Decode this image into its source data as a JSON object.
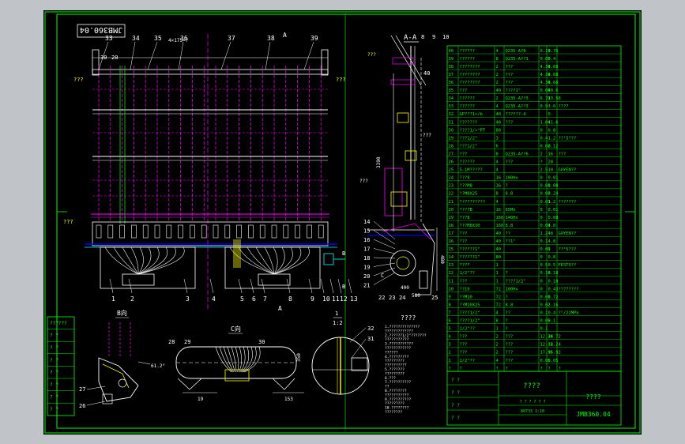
{
  "drawing_number": "JMB360.04",
  "drawing_number_mirrored": "JMB360.04",
  "section_label": "A-A",
  "section_top_numbers": [
    "8",
    "9",
    "10"
  ],
  "front_view_callouts": [
    "33",
    "34",
    "35",
    "36",
    "37",
    "38",
    "39"
  ],
  "front_view_dim_30": "30",
  "front_view_dim_20": "20",
  "front_view_pitch": "4×175=?",
  "front_view_bottom_callouts": [
    "1",
    "2",
    "3",
    "4",
    "5",
    "6",
    "7",
    "8",
    "9",
    "10",
    "11",
    "12",
    "13"
  ],
  "section_callouts_left": [
    "14",
    "15",
    "16",
    "17",
    "18",
    "19",
    "20",
    "21"
  ],
  "section_callouts_bottom": [
    "22",
    "23",
    "24"
  ],
  "section_callout_25": "25",
  "section_label_C": "C",
  "section_label_A_bottom": "A",
  "section_label_B": "B",
  "section_dim_3390": "3390",
  "section_dim_480": "480",
  "section_dim_400": "400",
  "section_dim_580": "580",
  "section_callout_40": "40",
  "view_B_label": "B向",
  "view_C_label": "C向",
  "detail_scale": "1:2",
  "detail_callout_label": "1",
  "view_B_callouts": [
    "27",
    "26"
  ],
  "view_B_dim_angle": "61.2°",
  "view_C_callouts": [
    "28",
    "29",
    "30"
  ],
  "view_C_dims": [
    "19",
    "153"
  ],
  "detail_callout_32": "32",
  "detail_callout_31": "31",
  "detail_dim": "350",
  "notes_heading": "????",
  "notes_lines": [
    "1.??????????????",
    "?????????????",
    "2.??????1/2\"???????",
    "???????????",
    "3.???????????",
    "????????????",
    "??????",
    "4.?????????",
    "?????????",
    "??????????",
    "5.???????",
    "?????????",
    "6.???",
    "7.??????????",
    "??",
    "8.????????",
    "???????????",
    "9.??????????",
    "?????????",
    "10.????????",
    "????????"
  ],
  "left_margin_labels": [
    "???",
    "???",
    "???"
  ],
  "left_title_cells": [
    "??????",
    "? ?",
    "? ?",
    "? ?",
    "? ?",
    "? ?",
    "? ?",
    "? ?"
  ],
  "bom_rows": [
    [
      "40",
      "??????",
      "4",
      "Q235-A?8",
      "0.19",
      "0.76",
      ""
    ],
    [
      "39",
      "??????",
      "8",
      "Q235-A??1",
      "0.05",
      "0.4",
      ""
    ],
    [
      "38",
      "????????",
      "2",
      "???",
      "4.34",
      "8.68",
      ""
    ],
    [
      "37",
      "????????",
      "2",
      "???",
      "4.34",
      "8.68",
      ""
    ],
    [
      "36",
      "????????",
      "2",
      "???",
      "4.34",
      "8.68",
      ""
    ],
    [
      "35",
      "???",
      "40",
      "????1\"",
      "0.06",
      "40.6",
      ""
    ],
    [
      "34",
      "??????",
      "2",
      "Q235-A??3",
      "6.79",
      "13.58",
      ""
    ],
    [
      "33",
      "??????",
      "4",
      "Q235-A??3",
      "0.9",
      "3.6",
      "????"
    ],
    [
      "32",
      "GP???1×/b",
      "40",
      "??????-4",
      "",
      "0",
      ""
    ],
    [
      "31",
      "???????",
      "40",
      "???",
      "1.04",
      "41.6",
      ""
    ],
    [
      "30",
      "????1/×°PT",
      "80",
      "",
      "0",
      "0.8",
      ""
    ],
    [
      "29",
      "???1/2\"",
      "3",
      "",
      "0.4",
      "1.2",
      "??¹5???"
    ],
    [
      "28",
      "???1/2\"",
      "6",
      "",
      "0.02",
      "0.12",
      ""
    ],
    [
      "27",
      "???",
      "8",
      "Q235-A??6",
      "2",
      "16",
      "???"
    ],
    [
      "26",
      "??????",
      "4",
      "???",
      "?",
      "28",
      ""
    ],
    [
      "25",
      "S-1M?????",
      "4",
      "",
      "2.5",
      "10",
      "GOYEN??"
    ],
    [
      "24",
      "???8",
      "16",
      "100Hv",
      "0",
      "0.01",
      ""
    ],
    [
      "23",
      "???M8",
      "16",
      "?",
      "0.01",
      "0.08",
      ""
    ],
    [
      "22",
      "??M8X25",
      "8",
      "8.8",
      "0.03",
      "0.24",
      ""
    ],
    [
      "21",
      "??????????",
      "4",
      "",
      "0.03",
      "1.2",
      "???????"
    ],
    [
      "20",
      "????B",
      "16",
      "65Mn",
      "0",
      "0.01",
      ""
    ],
    [
      "19",
      "???8",
      "160",
      "140Hv",
      "0",
      "0.08",
      ""
    ],
    [
      "18",
      "???M8X30",
      "160",
      "8.8",
      "0.03",
      "4.8",
      ""
    ],
    [
      "17",
      "???",
      "40",
      "??",
      "1.2",
      "48",
      "GOYEN??"
    ],
    [
      "16",
      "???",
      "40",
      "??1\"",
      "0.1",
      "4.8",
      ""
    ],
    [
      "15",
      "??????1\"",
      "40",
      "",
      "0.05",
      "2",
      "??¹5???"
    ],
    [
      "14",
      "??????1\"",
      "80",
      "",
      "0",
      "0.8",
      ""
    ],
    [
      "13",
      "????",
      "1",
      "",
      "0.5",
      "0.5",
      "FESTO??"
    ],
    [
      "12",
      "1/2\"??",
      "1",
      "?",
      "0.18",
      "0.18",
      ""
    ],
    [
      "11",
      "???",
      "1",
      "????1/2\"",
      "0",
      "0.18",
      ""
    ],
    [
      "10",
      "??10",
      "72",
      "100Hv",
      "0",
      "0.43",
      "????????"
    ],
    [
      "9",
      "??M10",
      "72",
      "?",
      "0.01",
      "0.72",
      ""
    ],
    [
      "8",
      "??M10X25",
      "72",
      "8.8",
      "0.02",
      "2.16",
      ""
    ],
    [
      "7",
      "????1/2\"",
      "4",
      "??",
      "0.1",
      "0.4",
      "?°/21MPa"
    ],
    [
      "6",
      "????1/2\"",
      "8",
      "?",
      "0.05",
      "0.1",
      ""
    ],
    [
      "5",
      "1/2\"??",
      "1",
      "?",
      "0.1",
      "",
      ""
    ],
    [
      "4",
      "???",
      "2",
      "???",
      "12.36",
      "24.72",
      ""
    ],
    [
      "3",
      "???",
      "2",
      "???",
      "12.12",
      "24.24",
      ""
    ],
    [
      "2",
      "???",
      "2",
      "???",
      "17.96",
      "35.92",
      ""
    ],
    [
      "1",
      "1/2\"??",
      "4",
      "???",
      "0.05",
      "0.05",
      ""
    ],
    [
      "?",
      "?",
      "?",
      "?",
      "?",
      "?",
      "?"
    ]
  ],
  "title_block": {
    "title": "????",
    "material": "????",
    "drawing_number": "JMB360.04",
    "scale_row": "? ? ? ? ? ?",
    "weight_row": "80733  1:10",
    "left_rows": [
      "? ?",
      "? ?",
      "? ?",
      "? ?"
    ]
  }
}
